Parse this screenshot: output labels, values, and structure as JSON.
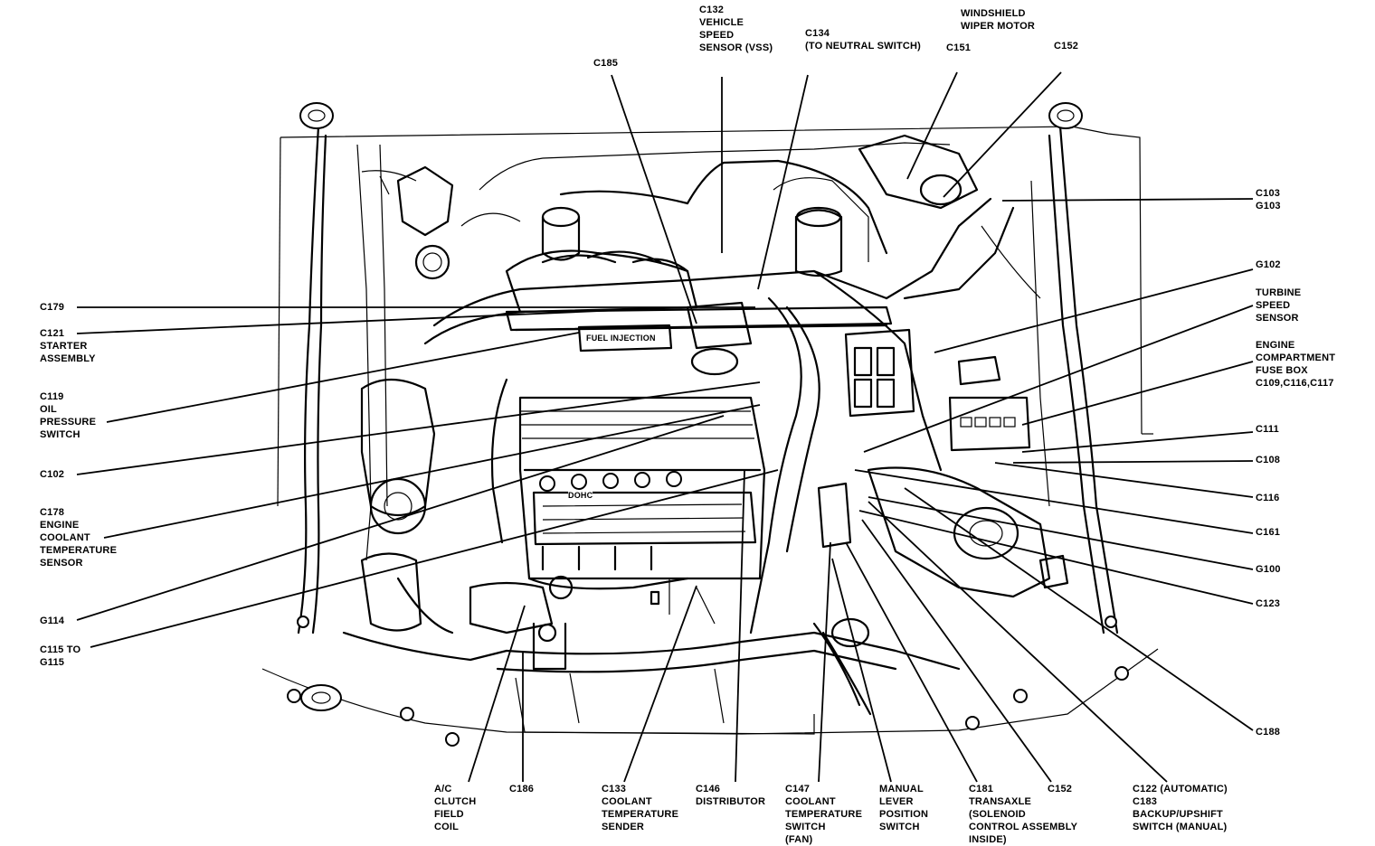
{
  "diagram": {
    "labels": [
      {
        "id": "c132",
        "text": "C132\nVEHICLE\nSPEED\nSENSOR (VSS)"
      },
      {
        "id": "c134",
        "text": "C134\n(TO NEUTRAL SWITCH)"
      },
      {
        "id": "wiper",
        "text": "WINDSHIELD\nWIPER MOTOR"
      },
      {
        "id": "c151",
        "text": "C151"
      },
      {
        "id": "c152top",
        "text": "C152"
      },
      {
        "id": "c185",
        "text": "C185"
      },
      {
        "id": "c103",
        "text": "C103\nG103"
      },
      {
        "id": "g102",
        "text": "G102"
      },
      {
        "id": "turbine",
        "text": "TURBINE\nSPEED\nSENSOR"
      },
      {
        "id": "fusebox",
        "text": "ENGINE\nCOMPARTMENT\nFUSE BOX\nC109,C116,C117"
      },
      {
        "id": "c111",
        "text": "C111"
      },
      {
        "id": "c108",
        "text": "C108"
      },
      {
        "id": "c116",
        "text": "C116"
      },
      {
        "id": "c161",
        "text": "C161"
      },
      {
        "id": "g100",
        "text": "G100"
      },
      {
        "id": "c123",
        "text": "C123"
      },
      {
        "id": "c188",
        "text": "C188"
      },
      {
        "id": "c179",
        "text": "C179"
      },
      {
        "id": "c121",
        "text": "C121\nSTARTER\nASSEMBLY"
      },
      {
        "id": "c119",
        "text": "C119\nOIL\nPRESSURE\nSWITCH"
      },
      {
        "id": "c102",
        "text": "C102"
      },
      {
        "id": "c178",
        "text": "C178\nENGINE\nCOOLANT\nTEMPERATURE\nSENSOR"
      },
      {
        "id": "g114",
        "text": "G114"
      },
      {
        "id": "c115",
        "text": "C115 TO\nG115"
      },
      {
        "id": "ac",
        "text": "A/C\nCLUTCH\nFIELD\nCOIL"
      },
      {
        "id": "c186",
        "text": "C186"
      },
      {
        "id": "c133",
        "text": "C133\nCOOLANT\nTEMPERATURE\nSENDER"
      },
      {
        "id": "c146",
        "text": "C146\nDISTRIBUTOR"
      },
      {
        "id": "c147",
        "text": "C147\nCOOLANT\nTEMPERATURE\nSWITCH\n(FAN)"
      },
      {
        "id": "manual",
        "text": "MANUAL\nLEVER\nPOSITION\nSWITCH"
      },
      {
        "id": "c181",
        "text": "C181\nTRANSAXLE\n(SOLENOID\nCONTROL ASSEMBLY\nINSIDE)"
      },
      {
        "id": "c152bot",
        "text": "C152"
      },
      {
        "id": "c122",
        "text": "C122 (AUTOMATIC)\nC183\nBACKUP/UPSHIFT\nSWITCH (MANUAL)"
      }
    ],
    "engine_text": {
      "plate": "FUEL INJECTION",
      "cover": "DOHC"
    }
  }
}
